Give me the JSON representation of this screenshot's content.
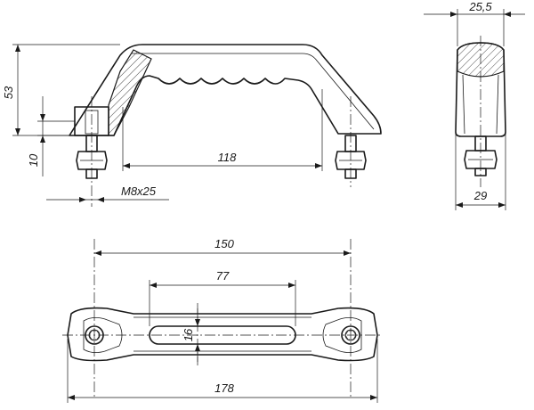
{
  "dimensions": {
    "height_total": "53",
    "thread_length": "10",
    "thread_spec": "M8x25",
    "inner_width": "118",
    "top_width": "25,5",
    "base_width": "29",
    "hole_spacing": "150",
    "slot_length": "77",
    "slot_width": "16",
    "overall_length": "178"
  }
}
